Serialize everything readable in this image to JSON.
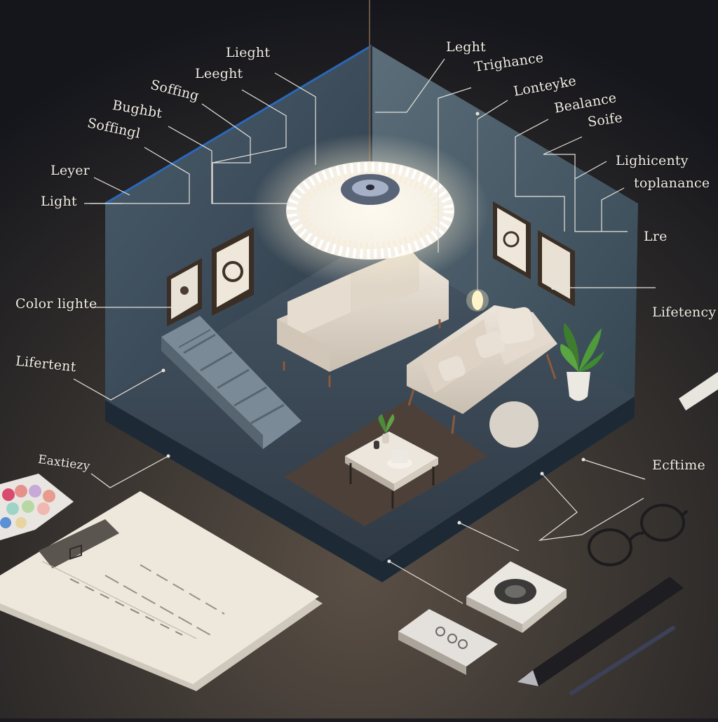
{
  "scene": {
    "colors": {
      "background_top": "#16161d",
      "background_bottom": "#4a4139",
      "wall": "#3e4d5c",
      "floor": "#3a4652",
      "rug": "#4d4038",
      "sofa": "#e2d8cb",
      "lamp_glow": "#fff6df",
      "label_text": "#f2ede4",
      "leader_line": "#e6e2dc"
    },
    "icons": [
      "pendant-lamp-icon",
      "sofa-icon",
      "stairs-icon",
      "plant-icon",
      "coffee-table-icon",
      "glasses-icon",
      "pen-icon",
      "remote-icon",
      "speaker-icon",
      "clipboard-icon",
      "color-palette-icon"
    ]
  },
  "labels": {
    "left": {
      "l1": "Lieght",
      "l2": "Leeght",
      "l3": "Soffing",
      "l4": "Bughbt",
      "l5": "Soffingl",
      "l6": "Leyer",
      "l7": "Light",
      "l8": "Color lighte",
      "l9": "Lifertent",
      "l10": "Eaxtiezy"
    },
    "right": {
      "r1": "Leght",
      "r2": "Trighance",
      "r3": "Lonteyke",
      "r4": "Bealance",
      "r5": "Soife",
      "r6": "Lighicenty",
      "r7": "toplanance",
      "r8": "Lre",
      "r9": "Lifetency",
      "r10": "Ecftime"
    }
  }
}
